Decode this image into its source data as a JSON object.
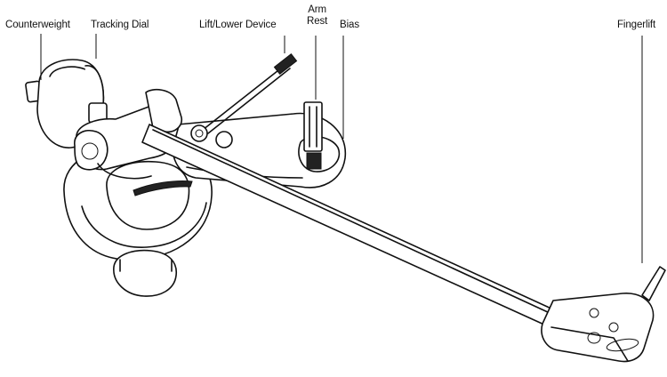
{
  "labels": {
    "counterweight": "Counterweight",
    "tracking_dial": "Tracking Dial",
    "lift_lower": "Lift/Lower Device",
    "arm_rest_line1": "Arm",
    "arm_rest_line2": "Rest",
    "bias": "Bias",
    "fingerlift": "Fingerlift"
  }
}
